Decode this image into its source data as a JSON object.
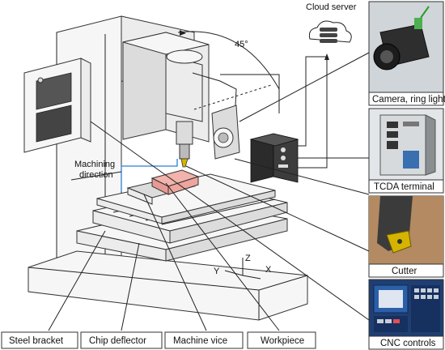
{
  "cloud_label": "Cloud server",
  "angle_label": "45°",
  "machining_direction_label": "Machining\ndirection",
  "machining_direction_line1": "Machining",
  "machining_direction_line2": "direction",
  "axes": {
    "x": "X",
    "y": "Y",
    "z": "Z"
  },
  "panels": [
    {
      "caption": "Camera, ring light",
      "icon": "camera-icon"
    },
    {
      "caption": "TCDA terminal",
      "icon": "terminal-icon"
    },
    {
      "caption": "Cutter",
      "icon": "cutter-icon"
    },
    {
      "caption": "CNC controls",
      "icon": "cnc-controls-icon"
    }
  ],
  "bottom_labels": [
    "Steel bracket",
    "Chip deflector",
    "Machine vice",
    "Workpiece"
  ],
  "colors": {
    "workpiece": "#f2b3ad",
    "cutter_insert": "#d4b400",
    "accent_line": "#2a7fd4"
  }
}
